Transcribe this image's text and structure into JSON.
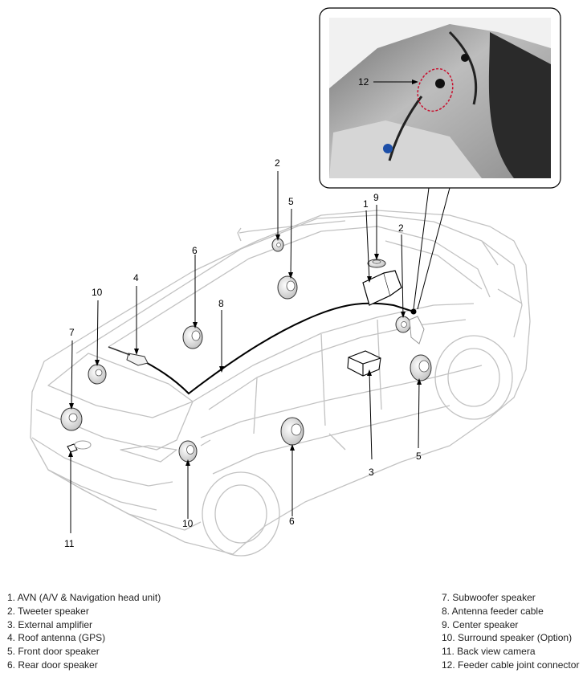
{
  "callouts": {
    "c1": "1",
    "c2a": "2",
    "c2b": "2",
    "c3": "3",
    "c4": "4",
    "c5a": "5",
    "c5b": "5",
    "c6a": "6",
    "c6b": "6",
    "c7": "7",
    "c8": "8",
    "c9": "9",
    "c10a": "10",
    "c10b": "10",
    "c11": "11",
    "c12": "12"
  },
  "legend_left": [
    "1. AVN (A/V & Navigation head unit)",
    "2. Tweeter speaker",
    "3. External amplifier",
    "4. Roof antenna (GPS)",
    "5. Front door speaker",
    "6. Rear door speaker"
  ],
  "legend_right": [
    "7. Subwoofer speaker",
    "8. Antenna feeder cable",
    "9. Center speaker",
    "10. Surround speaker (Option)",
    "11. Back view camera",
    "12. Feeder cable joint connector"
  ]
}
